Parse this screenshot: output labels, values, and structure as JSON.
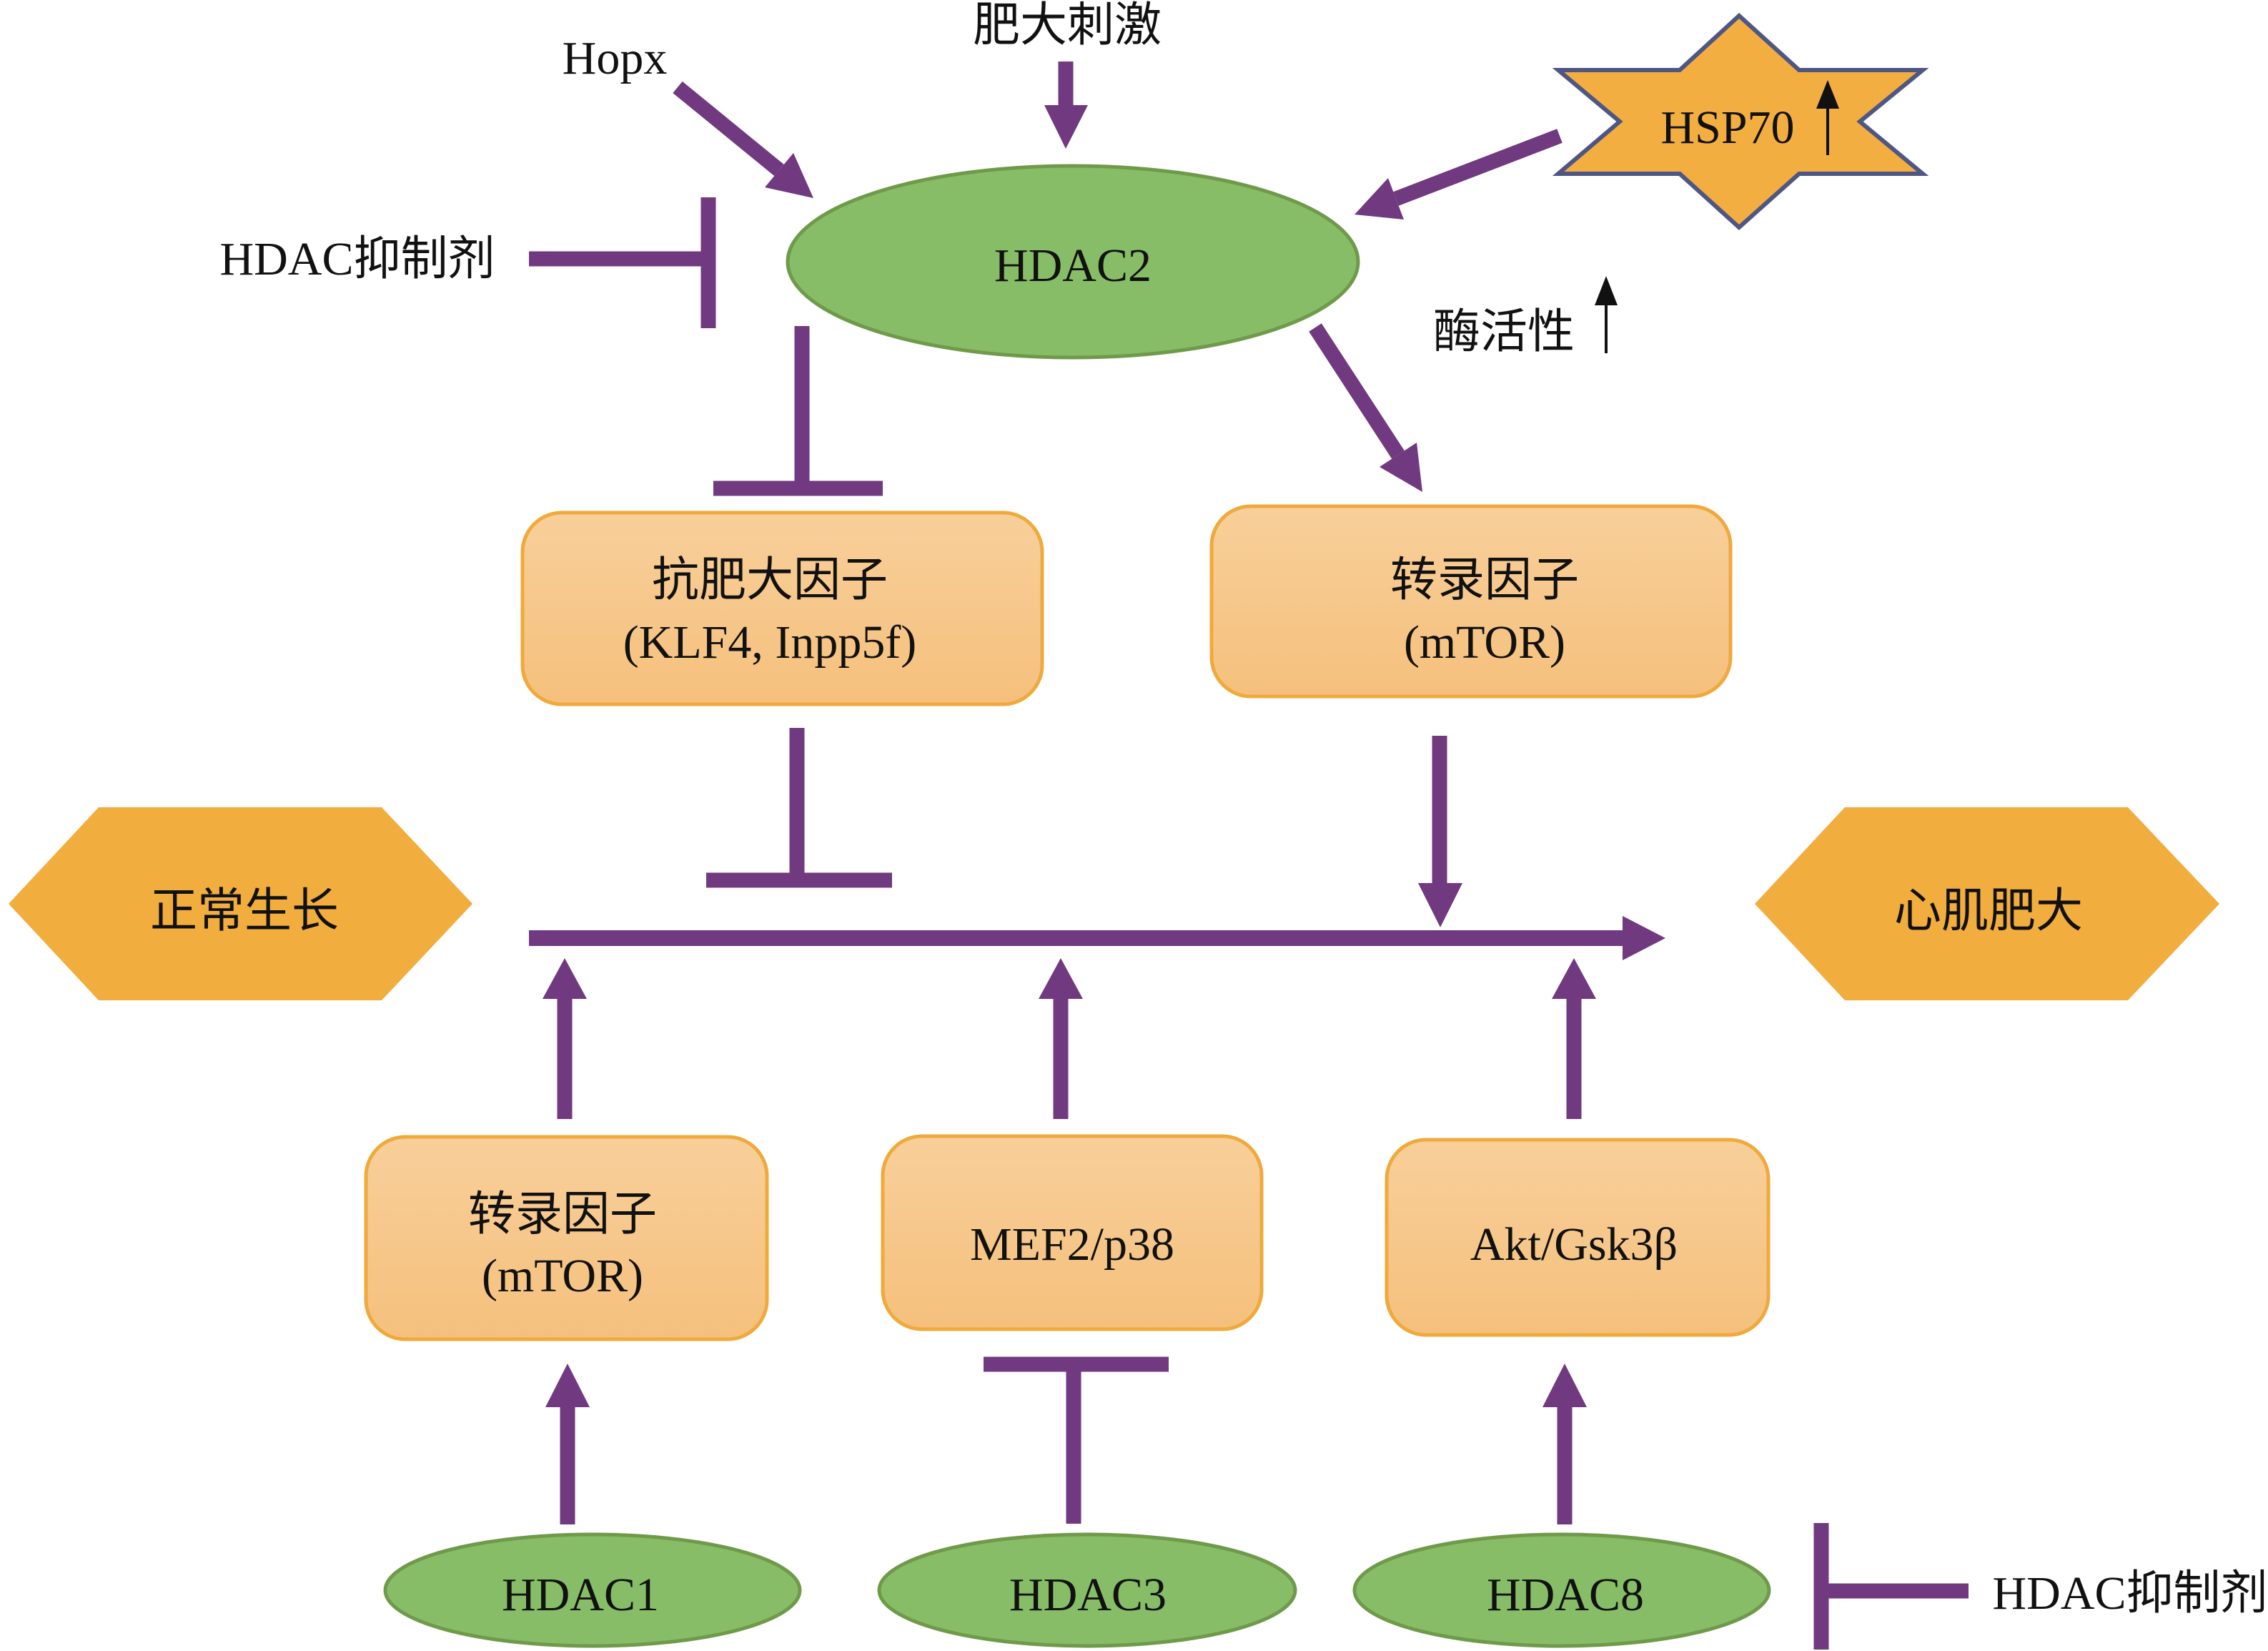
{
  "nodes": {
    "hopx": "Hopx",
    "hypertrophic_stimulus": "肥大刺激",
    "hdac_inhibitor_top": "HDAC抑制剂",
    "hdac2": "HDAC2",
    "hsp70": {
      "label": "HSP70",
      "trend": "up"
    },
    "enzyme_activity": {
      "label": "酶活性",
      "trend": "up"
    },
    "anti_hypertrophic_factor": {
      "line1": "抗肥大因子",
      "line2": "(KLF4, Inpp5f)"
    },
    "transcription_factor_top": {
      "line1": "转录因子",
      "line2": "(mTOR)"
    },
    "normal_growth": "正常生长",
    "cardiac_hypertrophy": "心肌肥大",
    "transcription_factor_bottom": {
      "line1": "转录因子",
      "line2": "(mTOR)"
    },
    "mef2_p38": "MEF2/p38",
    "akt_gsk3b": "Akt/Gsk3β",
    "hdac1": "HDAC1",
    "hdac3": "HDAC3",
    "hdac8": "HDAC8",
    "hdac_inhibitor_bottom": "HDAC抑制剂"
  },
  "edges": [
    {
      "from": "Hopx",
      "to": "HDAC2",
      "type": "activation"
    },
    {
      "from": "肥大刺激",
      "to": "HDAC2",
      "type": "activation"
    },
    {
      "from": "HSP70",
      "to": "HDAC2",
      "type": "activation"
    },
    {
      "from": "HDAC抑制剂",
      "to": "HDAC2",
      "type": "inhibition"
    },
    {
      "from": "HDAC2",
      "to": "抗肥大因子 (KLF4, Inpp5f)",
      "type": "inhibition"
    },
    {
      "from": "HDAC2",
      "to": "转录因子 (mTOR)",
      "type": "activation"
    },
    {
      "from": "抗肥大因子 (KLF4, Inpp5f)",
      "to": "正常生长→心肌肥大",
      "type": "inhibition"
    },
    {
      "from": "转录因子 (mTOR)",
      "to": "正常生长→心肌肥大",
      "type": "activation"
    },
    {
      "from": "正常生长",
      "to": "心肌肥大",
      "type": "progression"
    },
    {
      "from": "转录因子 (mTOR) [bottom]",
      "to": "正常生长→心肌肥大",
      "type": "activation"
    },
    {
      "from": "MEF2/p38",
      "to": "正常生长→心肌肥大",
      "type": "activation"
    },
    {
      "from": "Akt/Gsk3β",
      "to": "正常生长→心肌肥大",
      "type": "activation"
    },
    {
      "from": "HDAC1",
      "to": "转录因子 (mTOR) [bottom]",
      "type": "activation"
    },
    {
      "from": "HDAC3",
      "to": "MEF2/p38",
      "type": "inhibition"
    },
    {
      "from": "HDAC8",
      "to": "Akt/Gsk3β",
      "type": "activation"
    },
    {
      "from": "HDAC抑制剂",
      "to": "HDAC8",
      "type": "inhibition"
    }
  ],
  "colors": {
    "edge": "#71397F",
    "hdac_fill": "#87BD66",
    "hdac_stroke": "#6F9A4A",
    "box_top": "#F8CF9A",
    "box_bottom": "#F5C07C",
    "box_border": "#F0A93B",
    "outcome": "#F1AD3E",
    "star_fill": "#F2AE41",
    "star_stroke": "#4E5683",
    "text": "#111111"
  }
}
